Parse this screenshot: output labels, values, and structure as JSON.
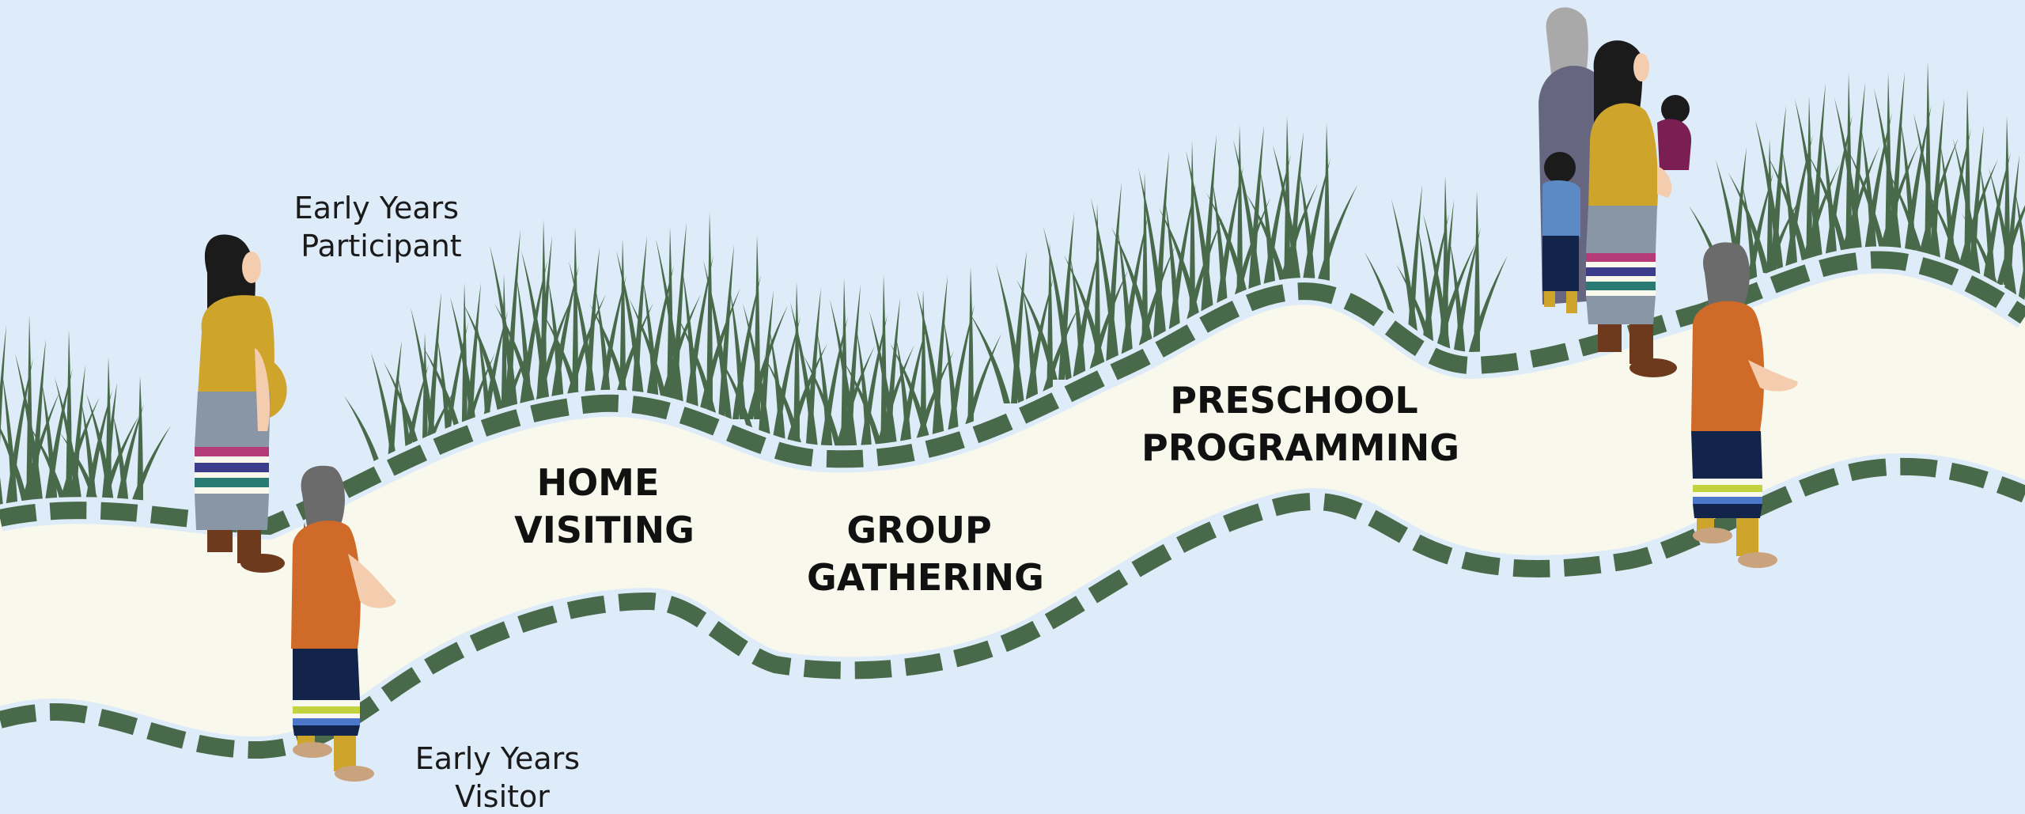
{
  "stages": [
    {
      "line1": "HOME",
      "line2": "VISITING"
    },
    {
      "line1": "GROUP",
      "line2": "GATHERING"
    },
    {
      "line1": "PRESCHOOL",
      "line2": "PROGRAMMING"
    }
  ],
  "roles": {
    "participant": {
      "line1": "Early Years",
      "line2": "Participant"
    },
    "visitor": {
      "line1": "Early Years",
      "line2": "Visitor"
    }
  },
  "colors": {
    "background": "#deebf8",
    "path_fill": "#f9f8ec",
    "path_border": "#486a4b",
    "grass": "#486a4b",
    "skin": "#f3cdae",
    "hair_black": "#1b1b1b",
    "hair_gray": "#6b6b6b",
    "mustard": "#cfa42b",
    "orange": "#cf6a28",
    "navy": "#12244a",
    "blue_gray": "#8896a5",
    "purple_gray": "#666680",
    "boot_brown": "#6e3a1e",
    "moccasin": "#c9a27e",
    "plum": "#7a1e54",
    "light_blue": "#5b8ac7"
  },
  "icons": [
    "grass-icon",
    "person-icon"
  ]
}
